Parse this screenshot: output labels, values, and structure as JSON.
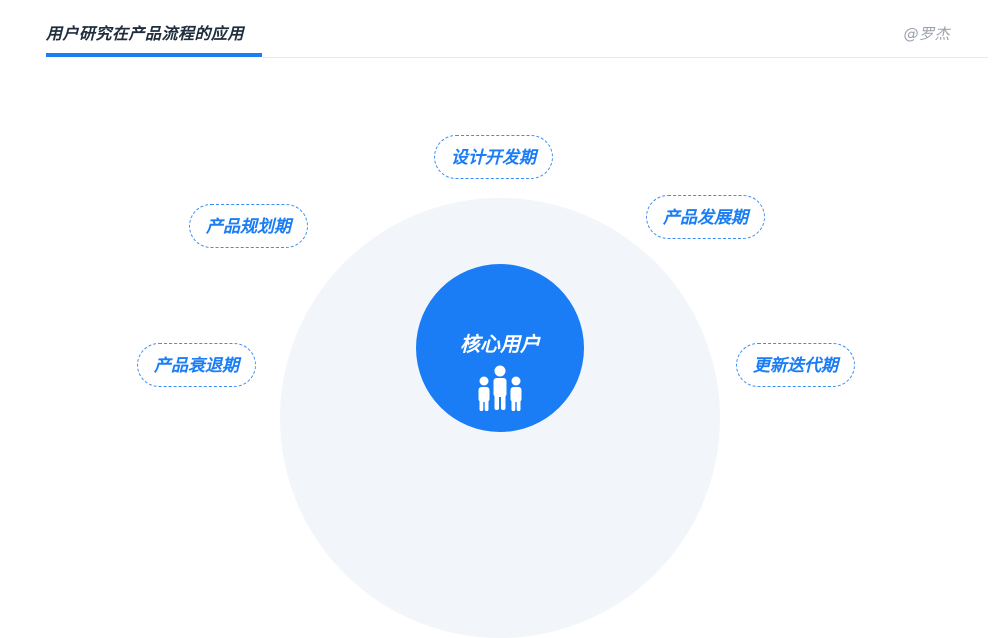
{
  "header": {
    "title": "用户研究在产品流程的应用",
    "author": "@罗杰"
  },
  "center": {
    "label": "核心用户",
    "icon": "users-group-icon"
  },
  "stages": {
    "design_dev": "设计开发期",
    "planning": "产品规划期",
    "development": "产品发展期",
    "decline": "产品衰退期",
    "iteration": "更新迭代期"
  },
  "colors": {
    "accent": "#1a7df5",
    "halo": "#f2f5f9",
    "title": "#1f2d3d",
    "muted": "#9aa1ab"
  }
}
